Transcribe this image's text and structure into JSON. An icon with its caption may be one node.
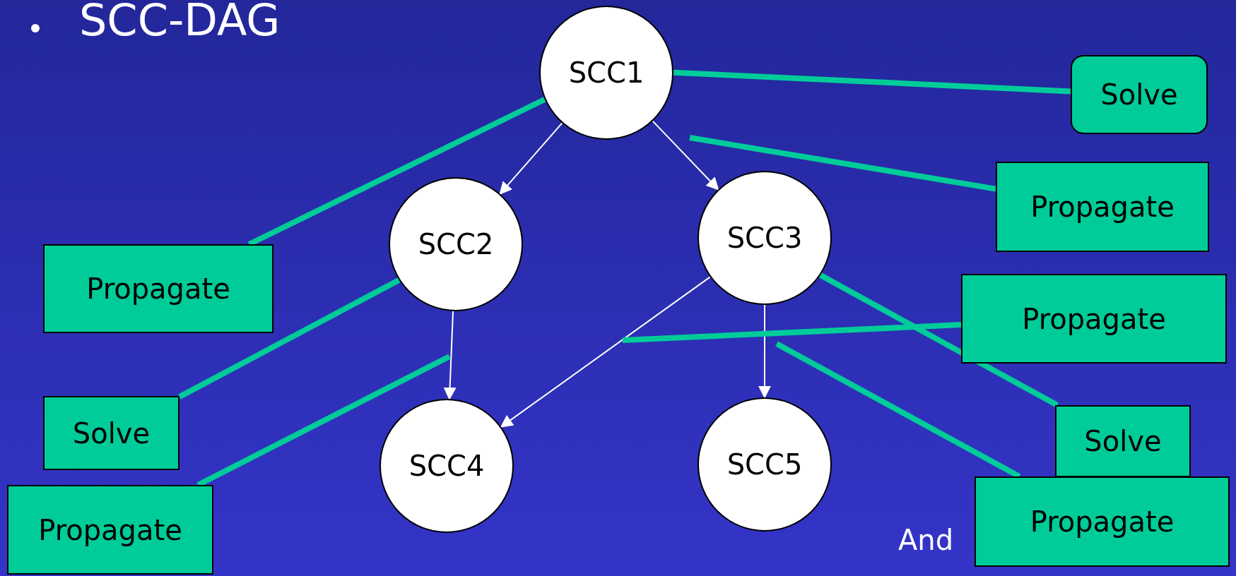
{
  "diagram": {
    "title": "SCC-DAG",
    "nodes": [
      {
        "text": [
          "SCC1"
        ]
      },
      {
        "text": [
          "Solve"
        ]
      },
      {
        "text": [
          "Propagate"
        ]
      },
      {
        "text": [
          "SCC2"
        ]
      },
      {
        "text": [
          "SCC3"
        ]
      },
      {
        "text": [
          "Propagate"
        ]
      },
      {
        "text": [
          "Propagate"
        ]
      },
      {
        "text": [
          "Solve"
        ]
      },
      {
        "text": [
          "SCC4"
        ]
      },
      {
        "text": [
          "SCC5"
        ]
      },
      {
        "text": [
          "Solve"
        ]
      },
      {
        "text": [
          "Propagate"
        ]
      },
      {
        "text": [
          "Propagate"
        ]
      }
    ],
    "edges": [
      {
        "from": 0,
        "to": 3,
        "arrow": "to",
        "color": "#ffffff"
      },
      {
        "from": 0,
        "to": 4,
        "arrow": "to",
        "color": "#ffffff"
      },
      {
        "from": 3,
        "to": 8,
        "arrow": "to",
        "color": "#ffffff"
      },
      {
        "from": 4,
        "to": 8,
        "arrow": "to",
        "color": "#ffffff"
      },
      {
        "from": 4,
        "to": 9,
        "arrow": "to",
        "color": "#ffffff"
      },
      {
        "from": 1,
        "to": 0,
        "arrow": "none"
      },
      {
        "from": 2,
        "to": null,
        "arrow": "none"
      },
      {
        "from": 5,
        "to": 0,
        "arrow": "none"
      },
      {
        "from": 6,
        "to": null,
        "arrow": "none"
      },
      {
        "from": 7,
        "to": 3,
        "arrow": "none"
      },
      {
        "from": 11,
        "to": null,
        "arrow": "none"
      },
      {
        "from": 10,
        "to": 4,
        "arrow": "none"
      },
      {
        "from": 12,
        "to": null,
        "arrow": "none"
      }
    ],
    "labels": [
      "And"
    ]
  }
}
